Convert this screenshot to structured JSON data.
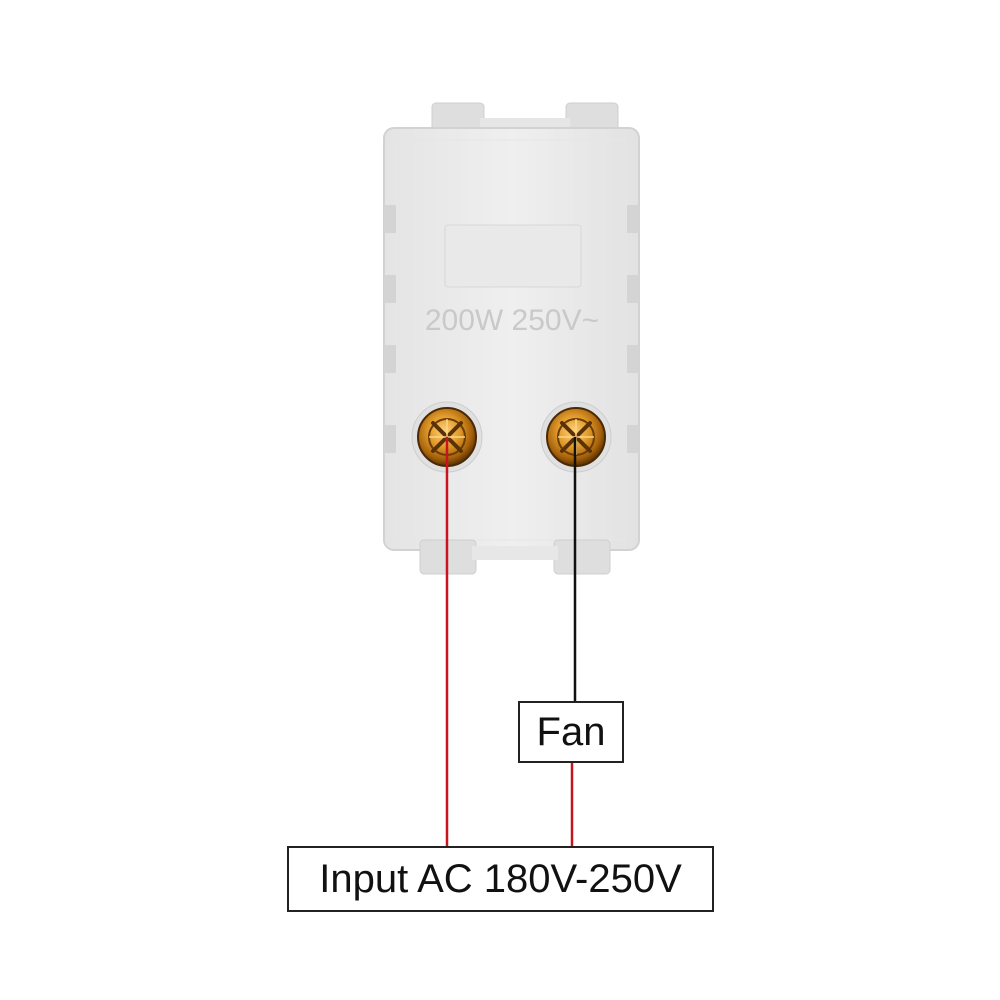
{
  "module": {
    "rating": "200W 250V~",
    "body_color": "#ededed",
    "terminal_color": "#c47a10"
  },
  "labels": {
    "fan": "Fan",
    "input": "Input AC 180V-250V"
  },
  "wires": {
    "red": "#c8141e",
    "black": "#111111"
  }
}
